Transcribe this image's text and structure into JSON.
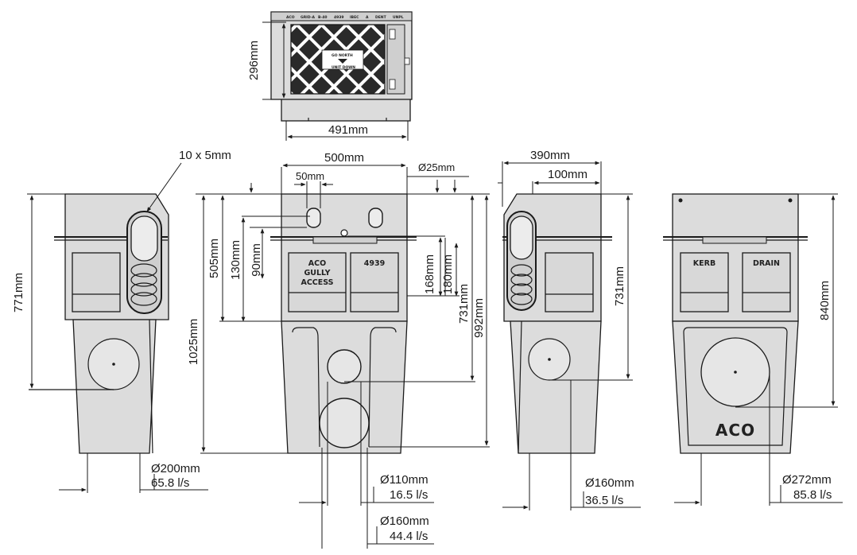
{
  "top_view": {
    "height_label": "296mm",
    "width_label": "491mm",
    "strip_text": [
      "ACO",
      "GRID-A",
      "B-40",
      "4939",
      "IBEC",
      "A",
      "DENT",
      "UNPL"
    ],
    "grate_text": [
      "GO NORTH",
      "UNIT DOWN"
    ]
  },
  "side_view_left": {
    "slot_label": "10 x 5mm",
    "height_label": "771mm",
    "outlet_diameter": "Ø200mm",
    "outlet_flow": "65.8 l/s"
  },
  "front_view": {
    "width_label": "500mm",
    "slot_spacing_label": "50mm",
    "hole_label": "Ø25mm",
    "dim_505": "505mm",
    "dim_130": "130mm",
    "dim_90": "90mm",
    "dim_1025": "1025mm",
    "dim_168": "168mm",
    "dim_180": "180mm",
    "dim_731": "731mm",
    "dim_992": "992mm",
    "panel_left": [
      "ACO",
      "GULLY",
      "ACCESS"
    ],
    "panel_right": "4939",
    "outlet_small_diameter": "Ø110mm",
    "outlet_small_flow": "16.5 l/s",
    "outlet_large_diameter": "Ø160mm",
    "outlet_large_flow": "44.4 l/s"
  },
  "side_view_right": {
    "width_label": "390mm",
    "offset_label": "100mm",
    "height_label": "731mm",
    "outlet_diameter": "Ø160mm",
    "outlet_flow": "36.5 l/s"
  },
  "back_view": {
    "height_label": "840mm",
    "panel_left": "KERB",
    "panel_right": "DRAIN",
    "logo_text": "ACO",
    "outlet_diameter": "Ø272mm",
    "outlet_flow": "85.8 l/s"
  }
}
